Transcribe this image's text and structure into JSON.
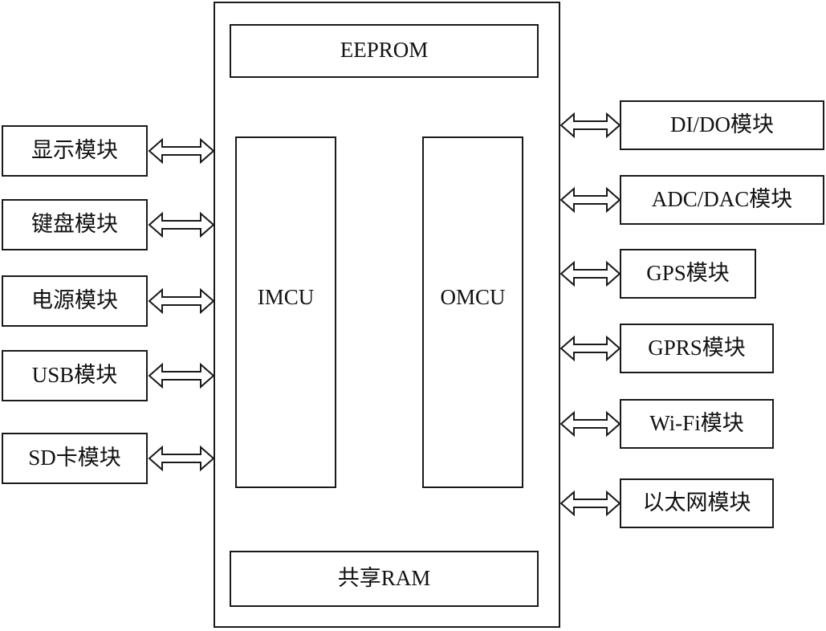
{
  "blocks": {
    "eeprom": "EEPROM",
    "imcu": "IMCU",
    "omcu": "OMCU",
    "shared_ram": "共享RAM"
  },
  "left_modules": [
    "显示模块",
    "键盘模块",
    "电源模块",
    "USB模块",
    "SD卡模块"
  ],
  "right_modules": [
    "DI/DO模块",
    "ADC/DAC模块",
    "GPS模块",
    "GPRS模块",
    "Wi-Fi模块",
    "以太网模块"
  ]
}
